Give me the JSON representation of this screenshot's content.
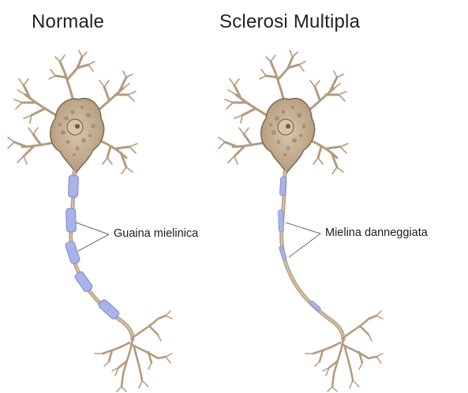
{
  "panels": [
    {
      "title": "Normale",
      "label": "Guaina mielinica"
    },
    {
      "title": "Sclerosi Multipla",
      "label": "Mielina danneggiata"
    }
  ],
  "colors": {
    "soma": "#c7b195",
    "soma_dots": "#8a7660",
    "outline": "#7a6a57",
    "dendrite": "#b59d80",
    "axon": "#c2ab8f",
    "myelin": "#a9b2ea",
    "myelin_edge": "#7f89cc",
    "leader": "#6b6b6b"
  },
  "icons": {
    "left": "neuron-healthy",
    "right": "neuron-damaged"
  }
}
